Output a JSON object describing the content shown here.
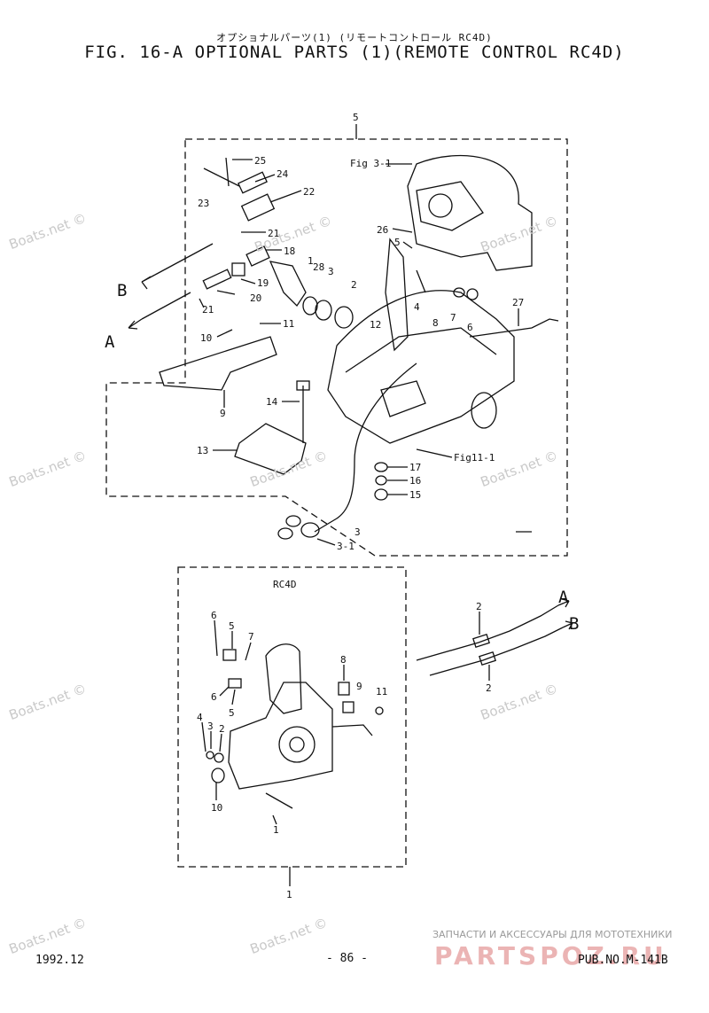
{
  "header": {
    "japanese_title": "オプショナルパーツ(1) (リモートコントロール RC4D)",
    "figure_title": "FIG. 16-A OPTIONAL PARTS (1)(REMOTE CONTROL RC4D)"
  },
  "upper_assembly": {
    "group_label": "5",
    "refs": {
      "fig31": "Fig 3-1",
      "fig111": "Fig11-1"
    },
    "arrows": {
      "a": "A",
      "b": "B"
    },
    "parts": [
      "25",
      "24",
      "22",
      "23",
      "21",
      "21",
      "18",
      "28",
      "1",
      "3",
      "19",
      "20",
      "2",
      "11",
      "10",
      "26",
      "5",
      "4",
      "8",
      "7",
      "6",
      "27",
      "12",
      "9",
      "14",
      "13",
      "17",
      "16",
      "15",
      "3",
      "3-1"
    ]
  },
  "rc4d_box": {
    "label": "RC4D",
    "parts": [
      "6",
      "5",
      "7",
      "8",
      "9",
      "11",
      "6",
      "5",
      "4",
      "3",
      "2",
      "10",
      "1"
    ],
    "group_label": "1"
  },
  "cables": {
    "parts": [
      "2",
      "2"
    ],
    "arrows": {
      "a": "A",
      "b": "B"
    }
  },
  "watermark": "Boats.net ©",
  "footer": {
    "date": "1992.12",
    "page": "- 86 -",
    "pub": "PUB.NO.M-141B"
  },
  "brand": {
    "tagline": "ЗАПЧАСТИ И АКСЕССУАРЫ ДЛЯ МОТОТЕХНИКИ",
    "name": "PARTSPOZ.RU"
  }
}
